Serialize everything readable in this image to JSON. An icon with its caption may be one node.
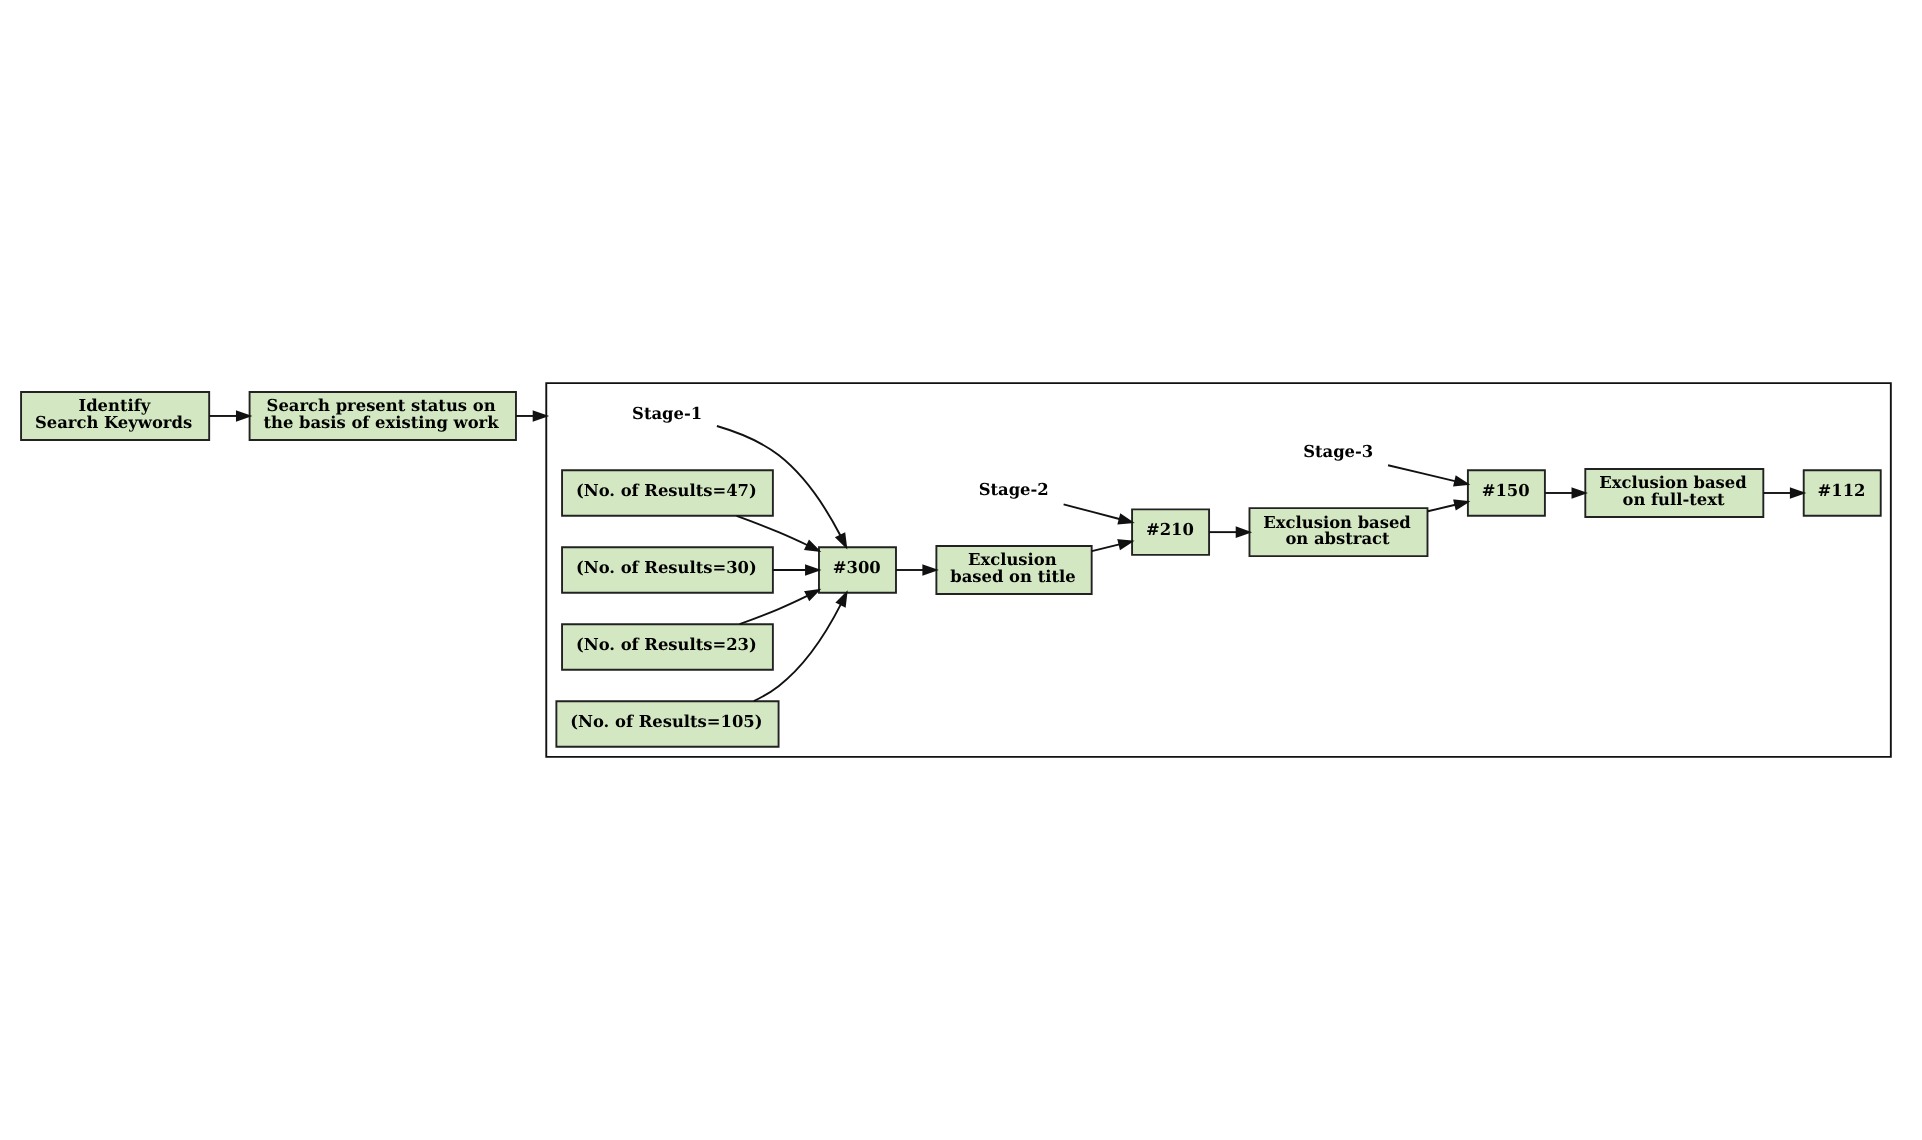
{
  "diagram": {
    "nodes": [
      {
        "text": [
          "Identify Search Keywords"
        ]
      },
      {
        "text": [
          "Search present status on the basis of existing work"
        ]
      },
      {
        "text": [],
        "shape": "box"
      },
      {
        "text": [
          "Stage-1"
        ],
        "in": 2
      },
      {
        "text": [
          "Stage-2"
        ],
        "in": 2
      },
      {
        "text": [
          "Stage-3"
        ],
        "in": 2
      },
      {
        "text": [
          "(No. of Results=47)"
        ],
        "in": 2
      },
      {
        "text": [
          "(No. of Results=30)"
        ],
        "in": 2
      },
      {
        "text": [
          "(No. of Results=23)"
        ],
        "in": 2
      },
      {
        "text": [
          "(No. of Results=105)"
        ],
        "in": 2
      },
      {
        "text": [
          "#300"
        ],
        "in": 2
      },
      {
        "text": [
          "Exclusion based on title"
        ],
        "in": 2
      },
      {
        "text": [
          "#210"
        ],
        "in": 2
      },
      {
        "text": [
          "Exclusion based on abstract"
        ],
        "in": 2
      },
      {
        "text": [
          "#150"
        ],
        "in": 2
      },
      {
        "text": [
          "Exclusion based on full-text"
        ],
        "in": 2
      },
      {
        "text": [
          "#112"
        ],
        "in": 2
      }
    ],
    "edges": [
      {
        "from": 0,
        "to": 1,
        "arrow": "to"
      },
      {
        "from": 1,
        "to": 2,
        "arrow": "to"
      },
      {
        "from": 6,
        "to": 10,
        "arrow": "to"
      },
      {
        "from": 7,
        "to": 10,
        "arrow": "to"
      },
      {
        "from": 8,
        "to": 10,
        "arrow": "to"
      },
      {
        "from": 9,
        "to": 10,
        "arrow": "to"
      },
      {
        "from": 3,
        "to": 10,
        "arrow": "to"
      },
      {
        "from": 10,
        "to": 11,
        "arrow": "to"
      },
      {
        "from": 11,
        "to": 12,
        "arrow": "to"
      },
      {
        "from": 4,
        "to": 12,
        "arrow": "to"
      },
      {
        "from": 12,
        "to": 13,
        "arrow": "to"
      },
      {
        "from": 13,
        "to": 14,
        "arrow": "to"
      },
      {
        "from": 5,
        "to": 14,
        "arrow": "to"
      },
      {
        "from": 14,
        "to": 15,
        "arrow": "to"
      },
      {
        "from": 15,
        "to": 16,
        "arrow": "to"
      }
    ]
  }
}
